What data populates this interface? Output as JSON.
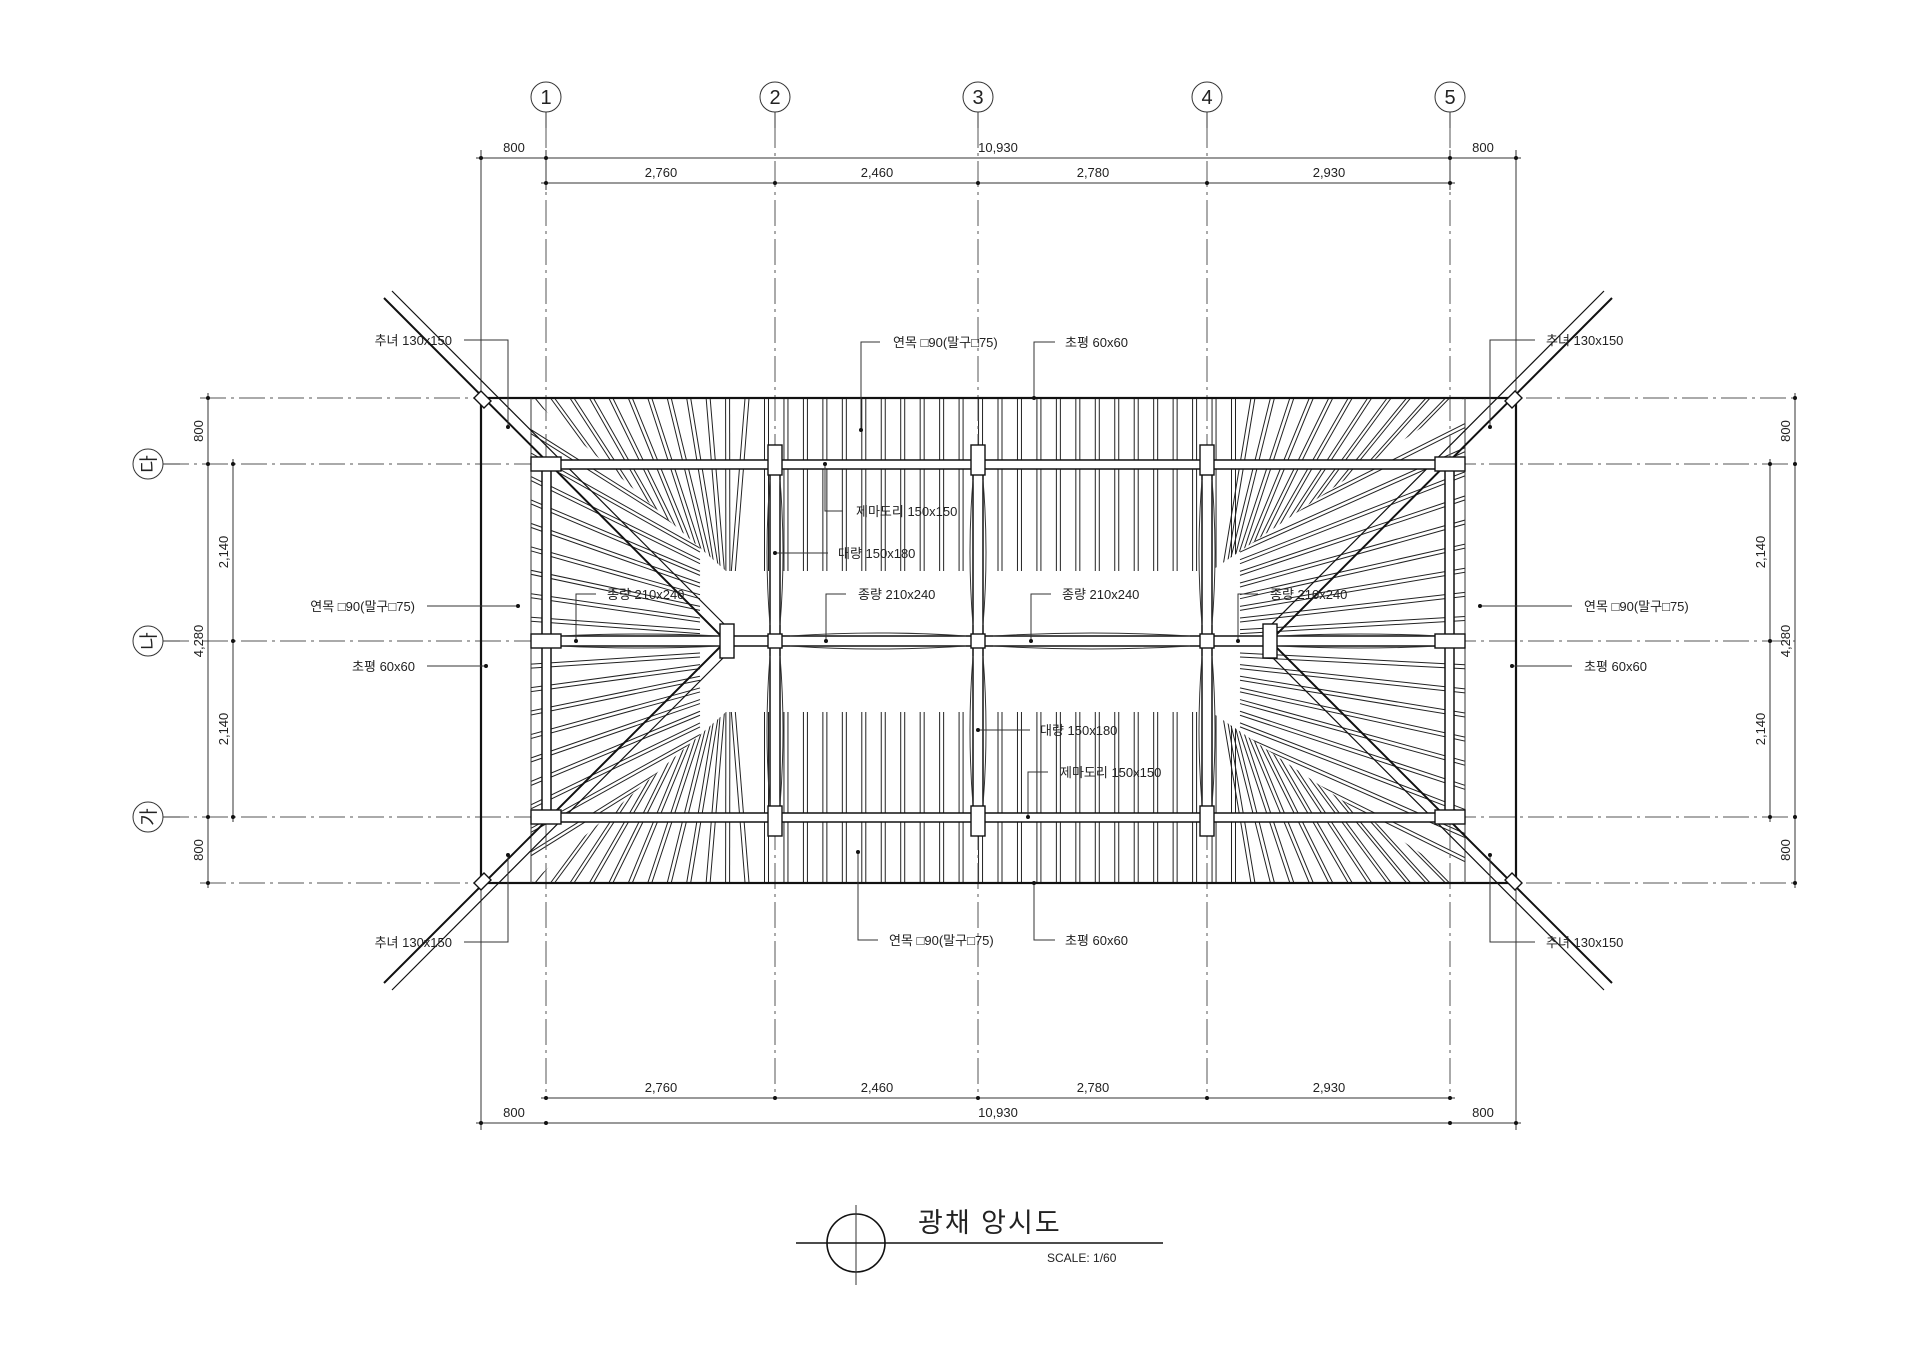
{
  "title": "광채 앙시도",
  "scale": "SCALE: 1/60",
  "grid_columns": [
    "1",
    "2",
    "3",
    "4",
    "5"
  ],
  "grid_rows": [
    "다",
    "나",
    "가"
  ],
  "dimensions": {
    "top_overall": [
      "800",
      "10,930",
      "800"
    ],
    "top_spans": [
      "2,760",
      "2,460",
      "2,780",
      "2,930"
    ],
    "bottom_spans": [
      "2,760",
      "2,460",
      "2,780",
      "2,930"
    ],
    "bottom_overall": [
      "800",
      "10,930",
      "800"
    ],
    "left_side": [
      "800",
      "2,140",
      "2,140",
      "800"
    ],
    "left_total": "4,280",
    "right_side": [
      "800",
      "2,140",
      "2,140",
      "800"
    ],
    "right_total": "4,280"
  },
  "labels": {
    "chuneo_tl": "추녀 130x150",
    "chuneo_tr": "추녀 130x150",
    "chuneo_bl": "추녀 130x150",
    "chuneo_br": "추녀 130x150",
    "yeonmok_top": "연목 □90(말구□75)",
    "chopyeong_top": "초평 60x60",
    "yeonmok_left": "연목 □90(말구□75)",
    "chopyeong_left": "초평 60x60",
    "yeonmok_right": "연목 □90(말구□75)",
    "chopyeong_right": "초평 60x60",
    "yeonmok_bottom": "연목 □90(말구□75)",
    "chopyeong_bottom": "초평 60x60",
    "jemadori_top": "제마도리 150x150",
    "jemadori_bottom": "제마도리 150x150",
    "daeryang_top": "대량 150x180",
    "daeryang_bottom": "대량 150x180",
    "jongryang_1": "종량 210x240",
    "jongryang_2": "종량 210x240",
    "jongryang_3": "종량 210x240",
    "jongryang_4": "종량 210x240"
  }
}
